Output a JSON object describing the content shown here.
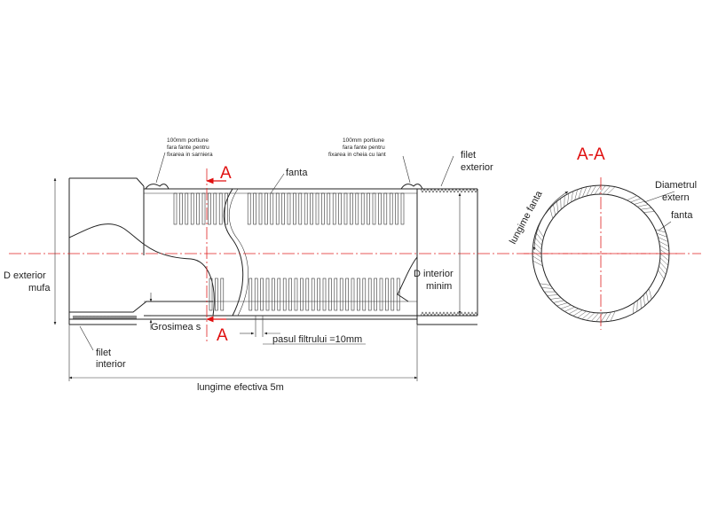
{
  "labels": {
    "note_left": [
      "100mm portiune",
      "fara fante pentru",
      "fixarea in sarniera"
    ],
    "note_right": [
      "100mm portiune",
      "fara fante pentru",
      "fixarea in cheia cu lant"
    ],
    "slot": "fanta",
    "thread_ext": [
      "filet",
      "exterior"
    ],
    "thread_int": [
      "filet",
      "interior"
    ],
    "d_ext_mufa": [
      "D exterior",
      "mufa"
    ],
    "d_int_min": [
      "D interior",
      "minim"
    ],
    "thickness": "Grosimea s",
    "pitch": "pasul filtrului =10mm",
    "eff_length": "lungime efectiva 5m",
    "section_mark": "A",
    "section_title": "A-A",
    "outer_diameter": [
      "Diametrul",
      "extern"
    ],
    "slot_length": "lungime fanta",
    "slot_section": "fanta"
  },
  "colors": {
    "line": "#222222",
    "accent": "#e02020"
  }
}
